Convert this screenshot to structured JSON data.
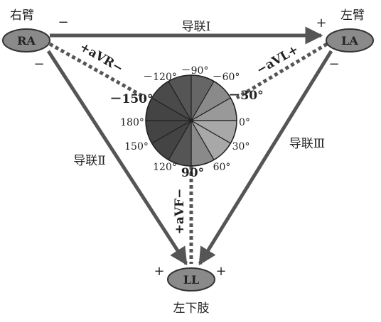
{
  "labels": {
    "right_arm": "右臂",
    "left_arm": "左臂",
    "left_leg": "左下肢",
    "ra": "RA",
    "la": "LA",
    "ll": "LL",
    "lead_i": "导联Ⅰ",
    "lead_ii": "导联Ⅱ",
    "lead_iii": "导联Ⅲ",
    "avr": "+aVR−",
    "avl": "−aVL+",
    "avf": "+aVF−"
  },
  "polarity": {
    "lead_i_left": "−",
    "lead_i_right": "+",
    "ra_below": "−",
    "la_below": "−",
    "ll_left": "+",
    "ll_right": "+"
  },
  "angles": {
    "m120": "－120°",
    "m90": "－90°",
    "m60": "－60°",
    "m150": "－150°",
    "m30": "－30°",
    "p0": "0°",
    "p180": "180°",
    "p30": "30°",
    "p150": "150°",
    "p120": "120°",
    "p90": "90°",
    "p60": "60°"
  },
  "colors": {
    "arrow": "#555555",
    "node_fill": "#8a8a8a",
    "wheel_dark": "#4a4a4a",
    "wheel_light": "#9a9a9a"
  }
}
